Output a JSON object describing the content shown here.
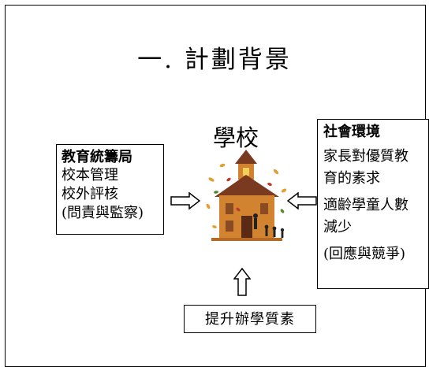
{
  "title": "一. 計劃背景",
  "center": {
    "label": "學校",
    "icon": "schoolhouse-illustration"
  },
  "left_box": {
    "heading": "教育統籌局",
    "lines": [
      "校本管理",
      "校外評核",
      "(問責與監察)"
    ]
  },
  "right_box": {
    "heading": "社會環境",
    "lines": [
      "家長對優質教",
      "育的素求",
      "適齡學童人數",
      "減少",
      "(回應與競爭)"
    ]
  },
  "bottom_box": {
    "label": "提升辦學質素"
  },
  "colors": {
    "school_body": "#d2832f",
    "roof": "#7a3a1f",
    "leaves": "#e0a030"
  }
}
